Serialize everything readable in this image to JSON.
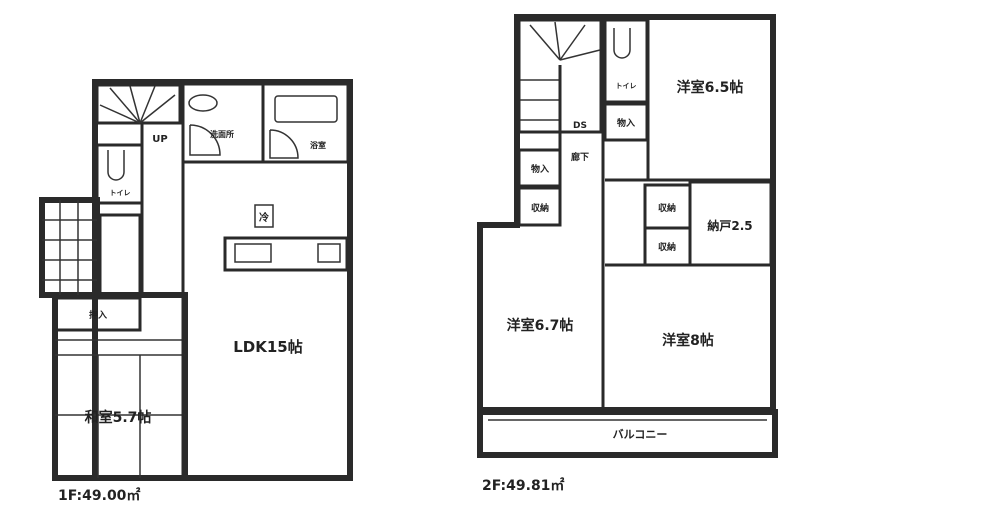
{
  "floor1": {
    "area_label": "1F:49.00㎡",
    "rooms": {
      "ldk": "LDK15帖",
      "washitsu": "和室5.7帖",
      "oshiire": "押入",
      "toilet": "トイレ",
      "washroom": "洗面所",
      "bath": "浴室",
      "stairs": "UP",
      "fridge": "冷"
    }
  },
  "floor2": {
    "area_label": "2F:49.81㎡",
    "rooms": {
      "western_65": "洋室6.5帖",
      "western_67": "洋室6.7帖",
      "western_8": "洋室8帖",
      "storeroom": "納戸2.5",
      "toilet": "トイレ",
      "closet_a": "物入",
      "closet_b": "物入",
      "storage_a": "収納",
      "storage_b": "収納",
      "storage_c": "収納",
      "ds": "DS",
      "corridor": "廊下",
      "balcony": "バルコニー"
    }
  }
}
